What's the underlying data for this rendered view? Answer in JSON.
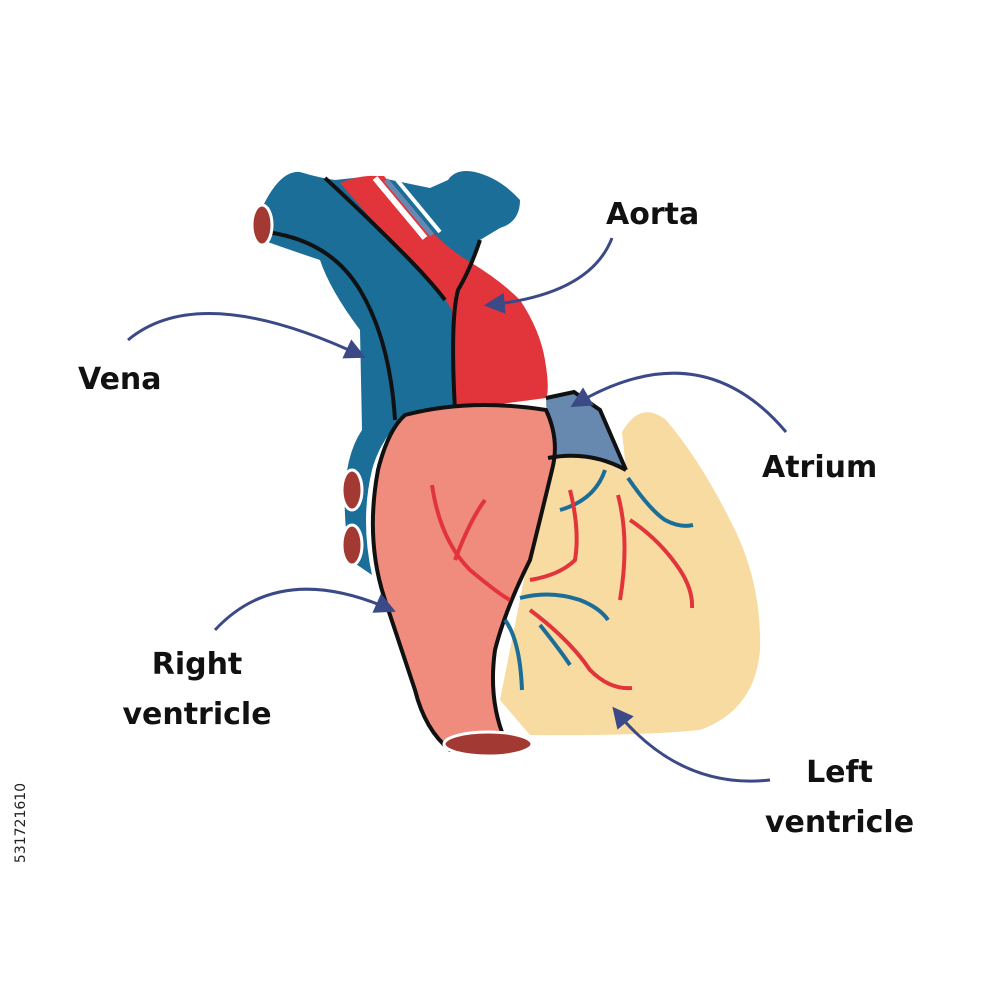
{
  "labels": {
    "aorta": "Aorta",
    "vena": "Vena",
    "atrium": "Atrium",
    "right_ventricle": [
      "Right",
      "ventricle"
    ],
    "left_ventricle": [
      "Left",
      "ventricle"
    ]
  },
  "stock_id": "531721610",
  "colors": {
    "vena": "#1b6e98",
    "aorta": "#e2343b",
    "right_ventricle": "#ef8c7e",
    "left_ventricle": "#f8dba1",
    "atrium": "#6789b0",
    "cut_ends": "#a23a33",
    "arrows": "#3b4a86",
    "outline": "#111111"
  }
}
